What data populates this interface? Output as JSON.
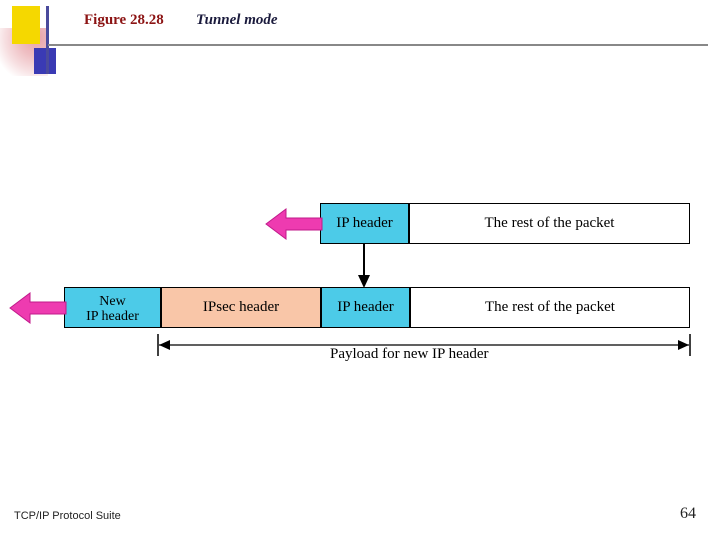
{
  "header": {
    "figure_label": "Figure 28.28",
    "figure_title": "Tunnel mode"
  },
  "footer": {
    "left_text": "TCP/IP Protocol Suite",
    "page_number": "64"
  },
  "diagram": {
    "top_packet": {
      "ip_header": "IP header",
      "rest": "The rest of the packet"
    },
    "bottom_packet": {
      "new_ip_header_line1": "New",
      "new_ip_header_line2": "IP header",
      "ipsec_header": "IPsec header",
      "ip_header": "IP header",
      "rest": "The rest of the packet"
    },
    "payload_label": "Payload for new IP header",
    "colors": {
      "ip_header_fill": "#4ccbe8",
      "ipsec_fill": "#f9c6a8",
      "arrow_fill": "#ee3bb0",
      "figure_label_color": "#8c1414",
      "title_color": "#1a1a3c"
    },
    "icons": {
      "left_arrow_top": "arrow-left-icon",
      "left_arrow_bottom": "arrow-left-icon",
      "flow_arrow": "arrow-down-icon",
      "measure": "double-headed-arrow-icon"
    }
  }
}
